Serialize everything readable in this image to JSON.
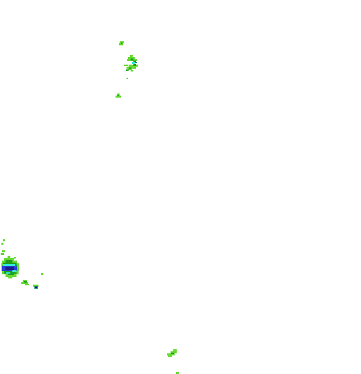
{
  "overlay": {
    "background": "#ffffff",
    "palette": {
      "light": "#66d933",
      "medium": "#1f9e1f",
      "cyan": "#33e6d9",
      "blue": "#2a3fd6",
      "dark_blue": "#1a1f8a",
      "teal": "#128c6a"
    },
    "echo_cells": [
      {
        "name": "echo-cell-north-small"
      },
      {
        "name": "echo-cell-north-main"
      },
      {
        "name": "echo-cell-north-fleck"
      },
      {
        "name": "echo-cell-west-strong"
      },
      {
        "name": "echo-cell-west-trail"
      },
      {
        "name": "echo-cell-south"
      }
    ]
  }
}
